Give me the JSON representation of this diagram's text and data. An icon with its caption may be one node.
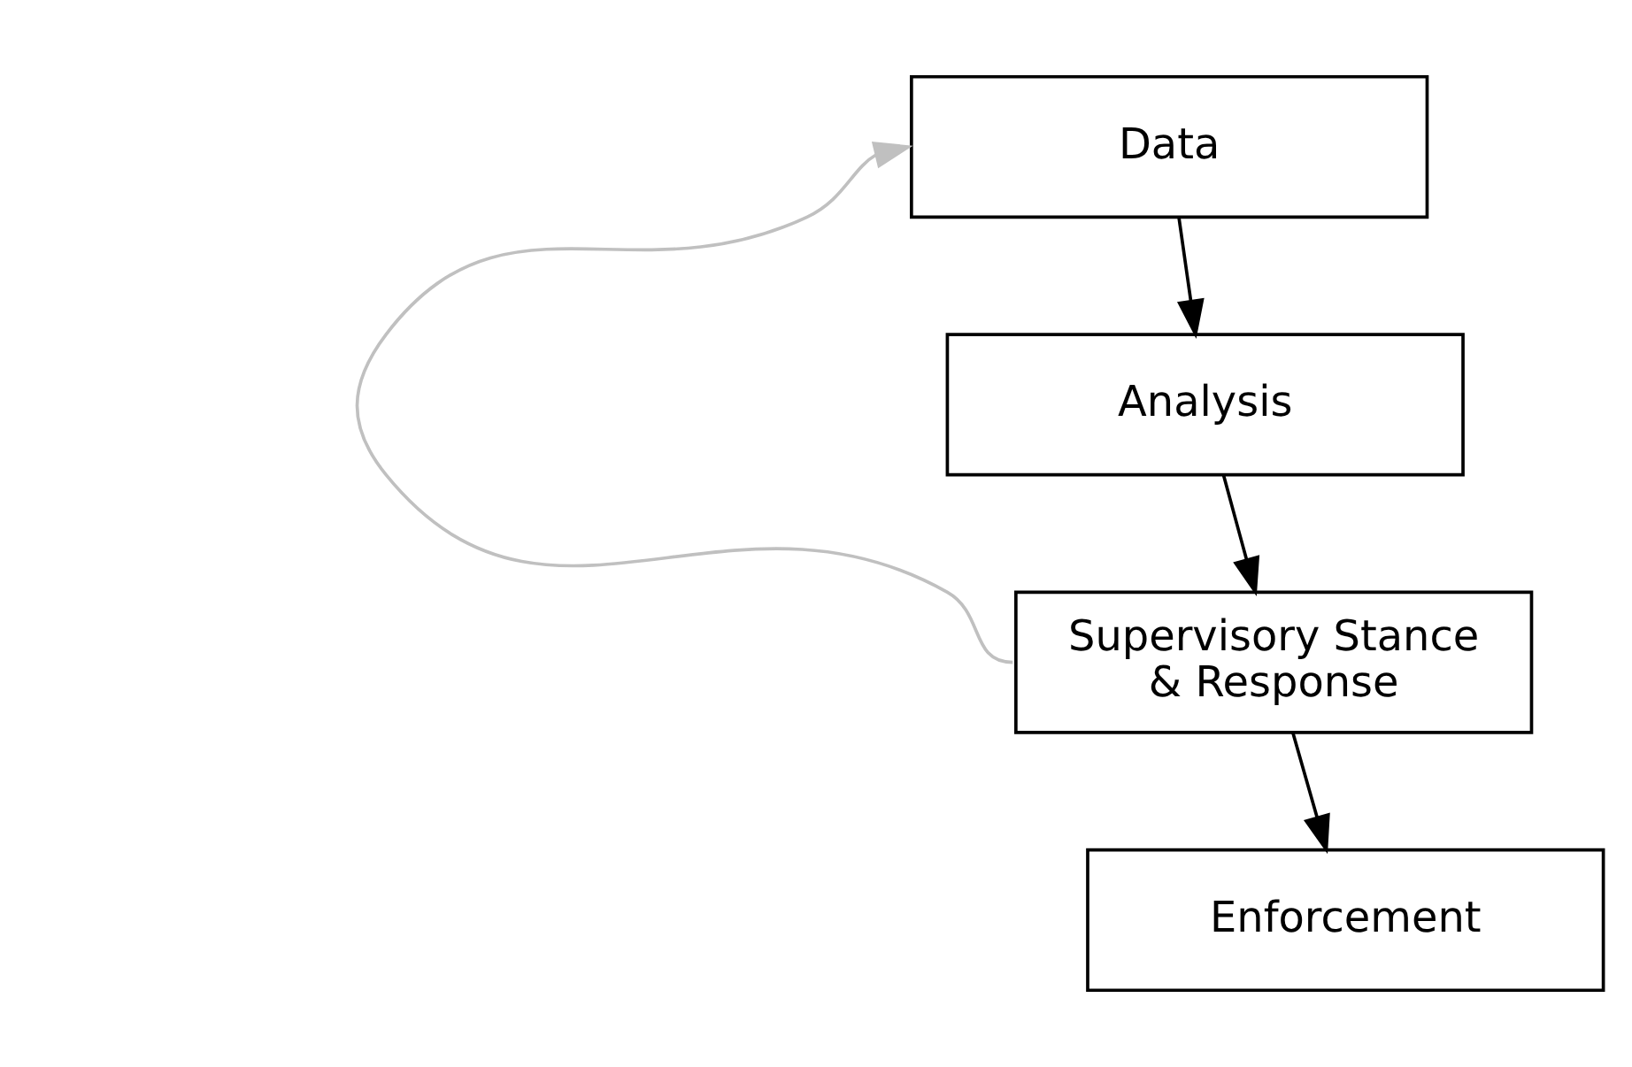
{
  "diagram": {
    "nodes": [
      {
        "text": [
          "Data"
        ]
      },
      {
        "text": [
          "Analysis"
        ]
      },
      {
        "text": [
          "Supervisory Stance & Response"
        ]
      },
      {
        "text": [
          "Enforcement"
        ]
      }
    ],
    "edges": [
      {
        "from": 0,
        "to": 1,
        "arrow": "to"
      },
      {
        "from": 1,
        "to": 2,
        "arrow": "to"
      },
      {
        "from": 2,
        "to": 3,
        "arrow": "to"
      },
      {
        "from": 2,
        "to": 0,
        "arrow": "to",
        "color": "#c0c0c0"
      }
    ]
  }
}
